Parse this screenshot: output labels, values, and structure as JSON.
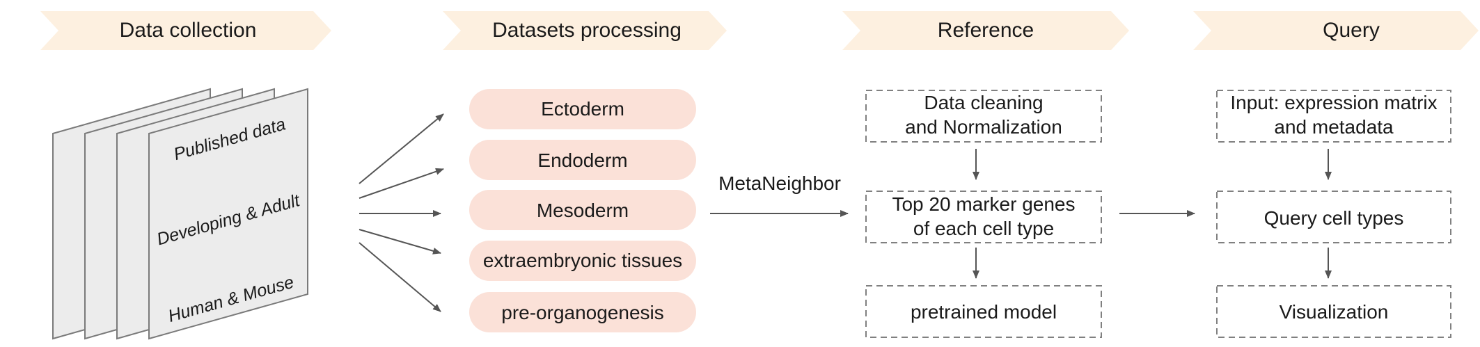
{
  "stages": [
    {
      "label": "Data collection"
    },
    {
      "label": "Datasets processing"
    },
    {
      "label": "Reference"
    },
    {
      "label": "Query"
    }
  ],
  "collection": {
    "sheet_labels": [
      "Published data",
      "Developing & Adult",
      "Human & Mouse"
    ]
  },
  "germ_layers": [
    {
      "label": "Ectoderm"
    },
    {
      "label": "Endoderm"
    },
    {
      "label": "Mesoderm"
    },
    {
      "label": "extraembryonic tissues"
    },
    {
      "label": "pre-organogenesis"
    }
  ],
  "method_label": "MetaNeighbor",
  "reference_steps": [
    {
      "line1": "Data cleaning",
      "line2": "and Normalization"
    },
    {
      "line1": "Top 20 marker genes",
      "line2": "of each cell type"
    },
    {
      "line1": "pretrained model",
      "line2": ""
    }
  ],
  "query_steps": [
    {
      "line1": "Input: expression matrix",
      "line2": "and metadata"
    },
    {
      "line1": "Query cell types",
      "line2": ""
    },
    {
      "line1": "Visualization",
      "line2": ""
    }
  ],
  "colors": {
    "banner_fill": "#fdf0e0",
    "pill_fill": "#fbe1d8",
    "sheet_fill": "#ececec",
    "sheet_stroke": "#7a7a7a",
    "arrow": "#555555",
    "box_stroke": "#808080"
  }
}
